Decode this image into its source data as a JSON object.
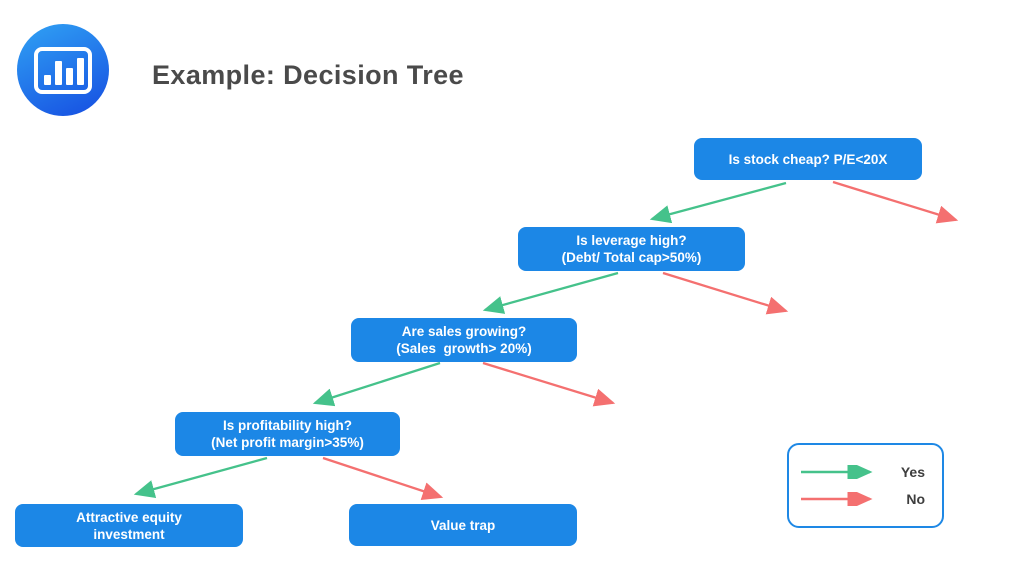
{
  "header": {
    "title": "Example: Decision Tree",
    "logo_icon": "bar-chart-icon"
  },
  "colors": {
    "node_blue": "#1C87E6",
    "yes_green": "#45C28B",
    "no_red": "#F47070",
    "title_gray": "#4A4A4A",
    "legend_border_blue": "#1E88E5",
    "logo_gradient_top": "#2F9EF3",
    "logo_gradient_bottom": "#1751E2"
  },
  "nodes": [
    {
      "id": "q1",
      "label": "Is stock cheap? P/E<20X"
    },
    {
      "id": "q2",
      "label": "Is leverage high?\n(Debt/ Total cap>50%)"
    },
    {
      "id": "q3",
      "label": "Are sales growing?\n(Sales  growth> 20%)"
    },
    {
      "id": "q4",
      "label": "Is profitability high?\n(Net profit margin>35%)"
    },
    {
      "id": "outcome1",
      "label": "Attractive equity\ninvestment"
    },
    {
      "id": "outcome2",
      "label": "Value trap"
    }
  ],
  "edges": [
    {
      "from": "q1",
      "answer": "Yes",
      "to": "q2"
    },
    {
      "from": "q1",
      "answer": "No",
      "to": null
    },
    {
      "from": "q2",
      "answer": "Yes",
      "to": "q3"
    },
    {
      "from": "q2",
      "answer": "No",
      "to": null
    },
    {
      "from": "q3",
      "answer": "Yes",
      "to": "q4"
    },
    {
      "from": "q3",
      "answer": "No",
      "to": null
    },
    {
      "from": "q4",
      "answer": "Yes",
      "to": "outcome1"
    },
    {
      "from": "q4",
      "answer": "No",
      "to": "outcome2"
    }
  ],
  "legend": {
    "items": [
      {
        "label": "Yes",
        "color": "#45C28B"
      },
      {
        "label": "No",
        "color": "#F47070"
      }
    ]
  }
}
